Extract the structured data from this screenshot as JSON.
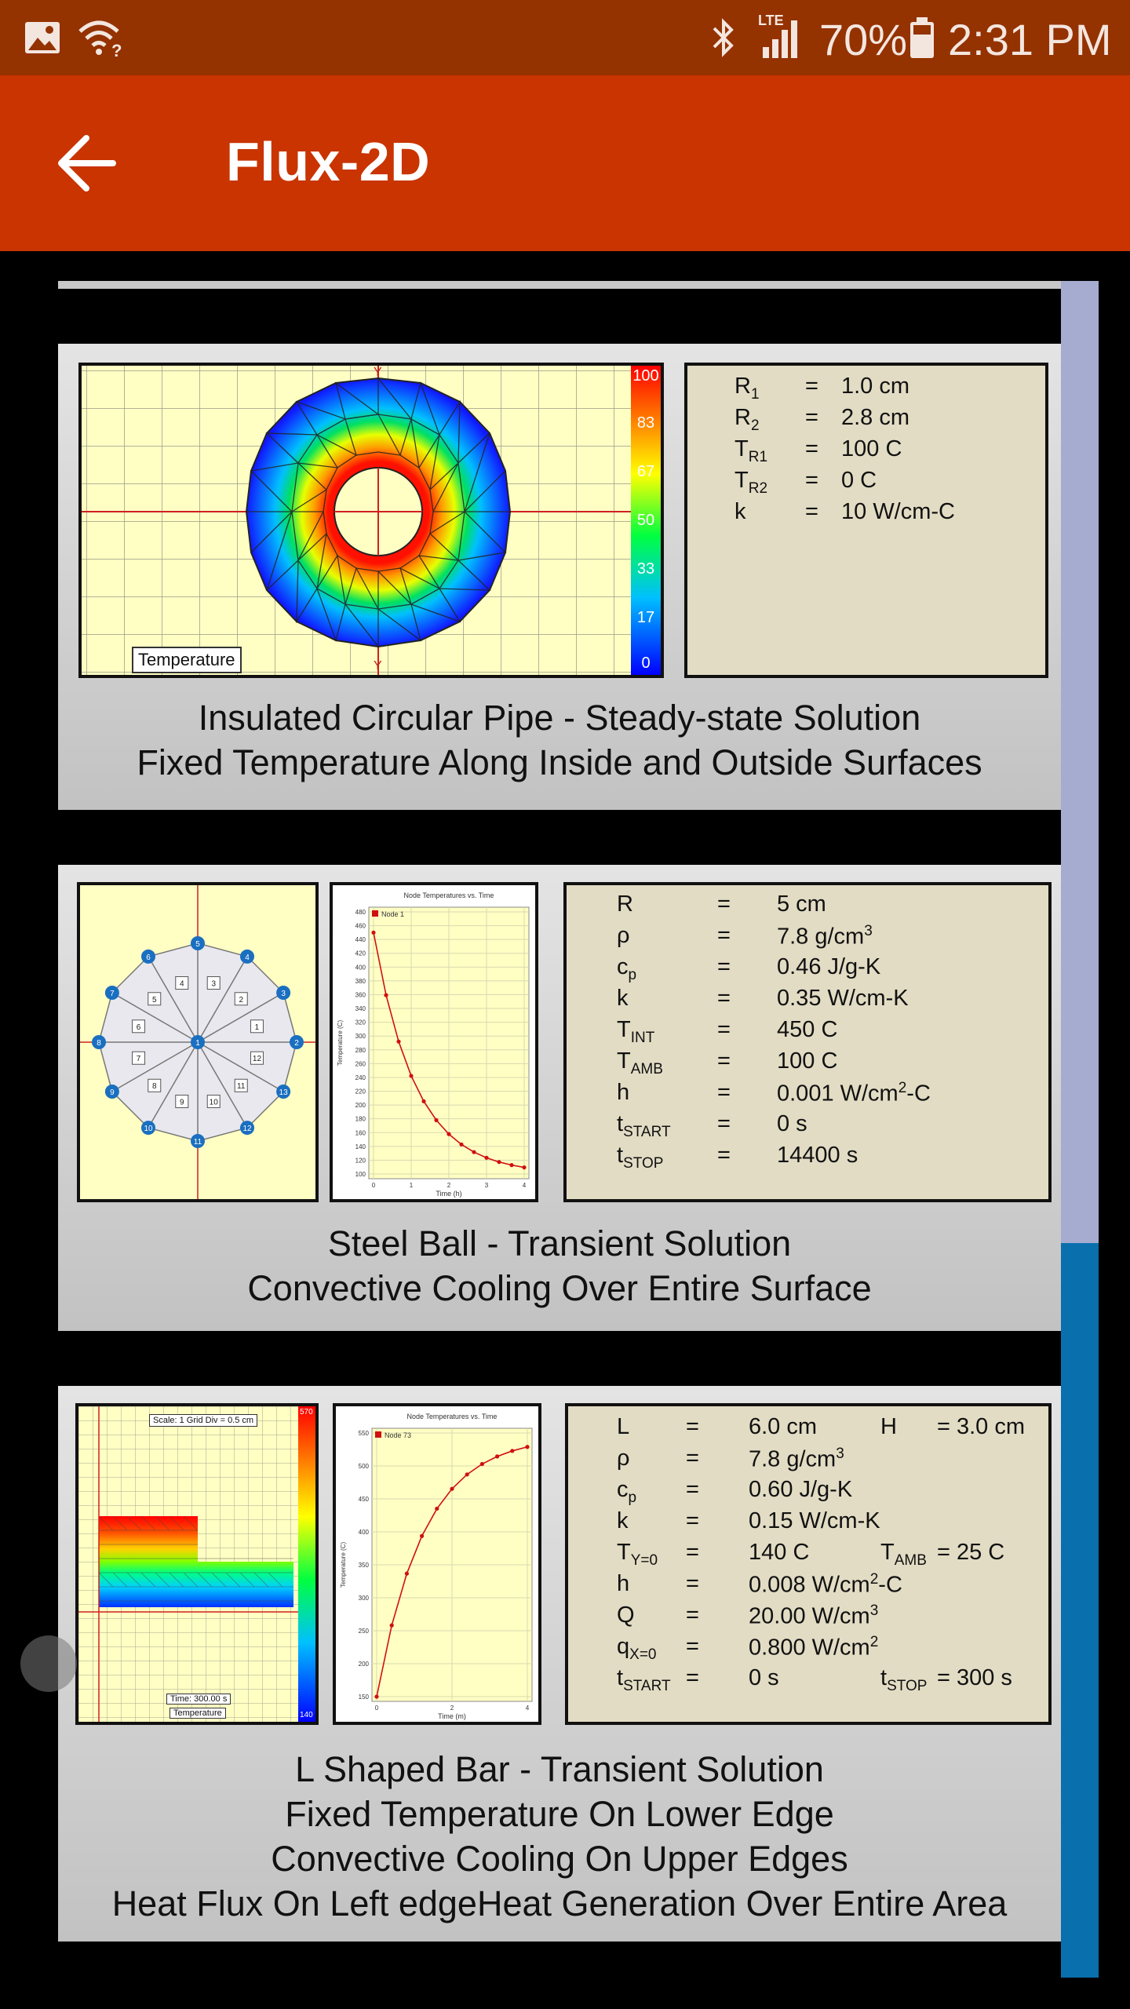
{
  "status_bar": {
    "battery_text": "70%",
    "time": "2:31 PM",
    "network": "LTE"
  },
  "app_bar": {
    "title": "Flux-2D"
  },
  "cards": [
    {
      "caption_lines": [
        "Insulated Circular Pipe - Steady-state Solution",
        "Fixed Temperature Along Inside and Outside Surfaces"
      ],
      "plot_label": "Temperature",
      "axis_label": "Y",
      "legend_ticks": [
        "100",
        "83",
        "67",
        "50",
        "33",
        "17",
        "0"
      ],
      "params": [
        {
          "sym": "R",
          "sub": "1",
          "eq": "=",
          "val": "1.0 cm"
        },
        {
          "sym": "R",
          "sub": "2",
          "eq": "=",
          "val": "2.8 cm"
        },
        {
          "sym": "T",
          "sub": "R1",
          "eq": "=",
          "val": "100 C"
        },
        {
          "sym": "T",
          "sub": "R2",
          "eq": "=",
          "val": "0 C"
        },
        {
          "sym": "k",
          "sub": "",
          "eq": "=",
          "val": "10 W/cm-C"
        }
      ]
    },
    {
      "caption_lines": [
        "Steel Ball - Transient Solution",
        "Convective Cooling Over Entire Surface"
      ],
      "mesh_nodes": [
        "1",
        "2",
        "3",
        "4",
        "5",
        "6",
        "7",
        "8",
        "9",
        "10",
        "11",
        "12",
        "13"
      ],
      "mesh_elems": [
        "1",
        "2",
        "3",
        "4",
        "5",
        "6",
        "7",
        "8",
        "9",
        "10",
        "11",
        "12"
      ],
      "graph": {
        "title": "Node Temperatures vs. Time",
        "legend": "Node 1",
        "xlabel": "Time (h)",
        "ylabel": "Temperature (C)",
        "xticks": [
          "0",
          "1",
          "2",
          "3",
          "4"
        ],
        "yticks": [
          "480",
          "460",
          "440",
          "420",
          "400",
          "380",
          "360",
          "340",
          "320",
          "300",
          "280",
          "260",
          "240",
          "220",
          "200",
          "180",
          "160",
          "140",
          "120",
          "100"
        ]
      },
      "params": [
        {
          "sym": "R",
          "sub": "",
          "eq": "=",
          "val": "5 cm"
        },
        {
          "sym": "ρ",
          "sub": "",
          "eq": "=",
          "val": "7.8 g/cm",
          "sup": "3"
        },
        {
          "sym": "c",
          "sub": "p",
          "eq": "=",
          "val": "0.46 J/g-K"
        },
        {
          "sym": "k",
          "sub": "",
          "eq": "=",
          "val": "0.35 W/cm-K"
        },
        {
          "sym": "T",
          "sub": "INT",
          "eq": "=",
          "val": "450 C"
        },
        {
          "sym": "T",
          "sub": "AMB",
          "eq": "=",
          "val": "100 C"
        },
        {
          "sym": "h",
          "sub": "",
          "eq": "=",
          "val": "0.001 W/cm",
          "sup": "2",
          "tail": "-C"
        },
        {
          "sym": "t",
          "sub": "START",
          "eq": "=",
          "val": "0 s"
        },
        {
          "sym": "t",
          "sub": "STOP",
          "eq": "=",
          "val": "14400 s"
        }
      ]
    },
    {
      "caption_lines": [
        "L Shaped Bar - Transient Solution",
        "Fixed Temperature On Lower Edge",
        "Convective Cooling On Upper Edges",
        "Heat Flux On Left edgeHeat Generation Over Entire Area"
      ],
      "scale_label": "Scale: 1 Grid Div = 0.5 cm",
      "time_label": "Time: 300.00 s",
      "plot_label": "Temperature",
      "legend_ticks": [
        "570",
        "140"
      ],
      "graph": {
        "title": "Node Temperatures vs. Time",
        "legend": "Node 73",
        "xlabel": "Time (m)",
        "ylabel": "Temperature (C)",
        "xticks": [
          "0",
          "2",
          "4"
        ],
        "yticks": [
          "550",
          "500",
          "450",
          "400",
          "350",
          "300",
          "250",
          "200",
          "150"
        ]
      },
      "params": [
        {
          "sym": "L",
          "sub": "",
          "eq": "=",
          "val": "6.0 cm",
          "extra_sym": "H",
          "extra_sub": "",
          "extra_val": "= 3.0 cm"
        },
        {
          "sym": "ρ",
          "sub": "",
          "eq": "=",
          "val": "7.8 g/cm",
          "sup": "3"
        },
        {
          "sym": "c",
          "sub": "p",
          "eq": "=",
          "val": "0.60 J/g-K"
        },
        {
          "sym": "k",
          "sub": "",
          "eq": "=",
          "val": "0.15 W/cm-K"
        },
        {
          "sym": "T",
          "sub": "Y=0",
          "eq": "=",
          "val": "140 C",
          "extra_sym": "T",
          "extra_sub": "AMB",
          "extra_val": "=   25 C"
        },
        {
          "sym": "h",
          "sub": "",
          "eq": "=",
          "val": "0.008 W/cm",
          "sup": "2",
          "tail": "-C"
        },
        {
          "sym": "Q",
          "sub": "",
          "eq": "=",
          "val": "20.00 W/cm",
          "sup": "3"
        },
        {
          "sym": "q",
          "sub": "X=0",
          "eq": "=",
          "val": "0.800 W/cm",
          "sup": "2"
        },
        {
          "sym": "t",
          "sub": "START",
          "eq": "=",
          "val": "0 s",
          "extra_sym": "t",
          "extra_sub": "STOP",
          "extra_val": "=     300 s"
        }
      ]
    }
  ]
}
